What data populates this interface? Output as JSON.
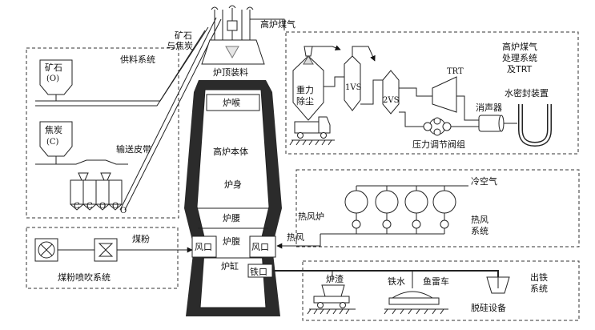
{
  "supply": {
    "title": "供料系统",
    "ore": "矿石",
    "ore_code": "(O)",
    "coke": "焦炭",
    "coke_code": "(C)",
    "belt": "输送皮带",
    "bin_letters": [
      "C",
      "C",
      "O",
      "O"
    ],
    "bin_tail": "O",
    "ore_coke": [
      "矿石",
      "与焦炭"
    ]
  },
  "furnace": {
    "top_charging": "炉顶装料",
    "throat": "炉喉",
    "body": "高炉本体",
    "shaft": "炉身",
    "waist": "炉腰",
    "tuyere_left": "风口",
    "tuyere_right": "风口",
    "bosh": "炉腹",
    "hearth": "炉缸",
    "taphole": "铁口"
  },
  "gas": {
    "top_label": "高炉煤气",
    "title_lines": [
      "高炉煤气",
      "处理系统",
      "及TRT"
    ],
    "dust_lines": [
      "重力",
      "除尘"
    ],
    "vs1": "1VS",
    "vs2": "2VS",
    "trt": "TRT",
    "silencer": "消声器",
    "water_seal": "水密封装置",
    "valve_group": "压力调节阀组"
  },
  "hotblast": {
    "cold_air": "冷空气",
    "stove": "热风炉",
    "system_lines": [
      "热风",
      "系统"
    ],
    "hot_air": "热风"
  },
  "coal": {
    "system": "煤粉喷吹系统",
    "coal_powder": "煤粉"
  },
  "tapping": {
    "system_lines": [
      "出铁",
      "系统"
    ],
    "slag": "炉渣",
    "iron": "铁水",
    "torpedo": "鱼雷车",
    "desilicon": "脱硅设备"
  }
}
